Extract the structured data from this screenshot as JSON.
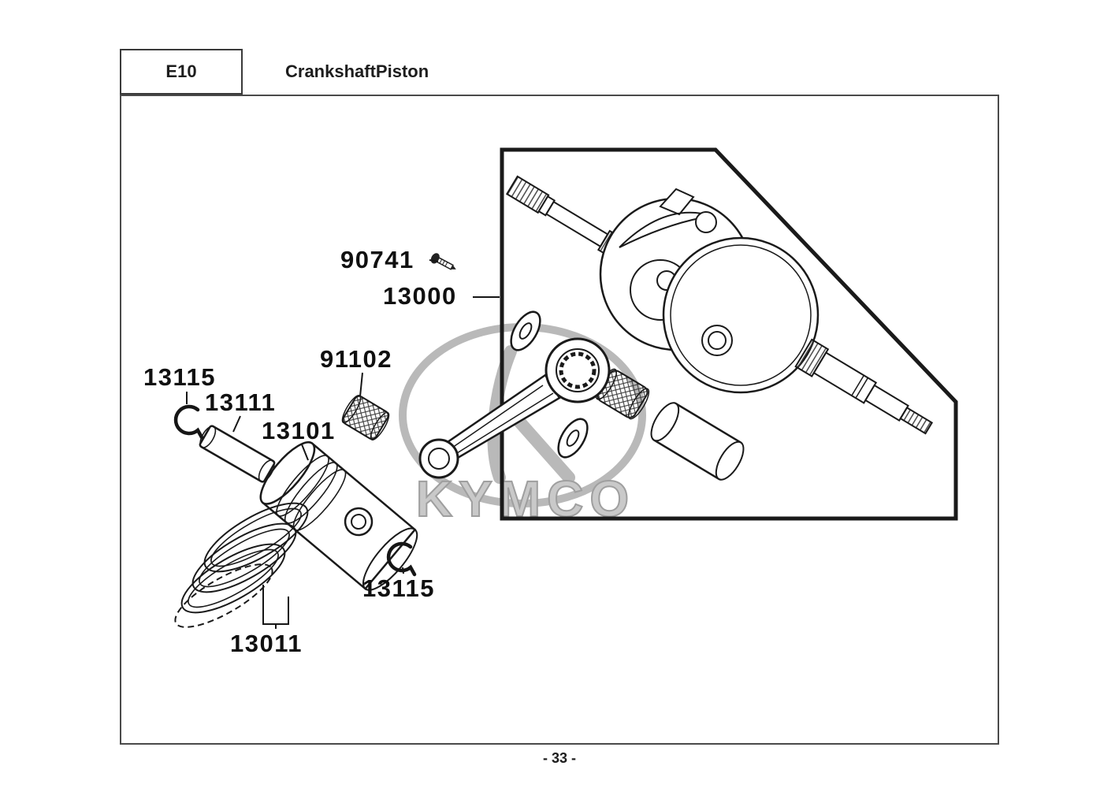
{
  "header": {
    "section_code": "E10",
    "title": "CrankshaftPiston"
  },
  "footer": {
    "page_number": "- 33 -"
  },
  "watermark": {
    "brand": "KYMCO"
  },
  "colors": {
    "ink": "#1a1a1a",
    "watermark_gray": "#b5b5b5",
    "label_text": "#101010"
  },
  "diagram": {
    "labels": [
      "90741",
      "13000",
      "91102",
      "13115",
      "13111",
      "13101",
      "13115",
      "13011"
    ]
  }
}
